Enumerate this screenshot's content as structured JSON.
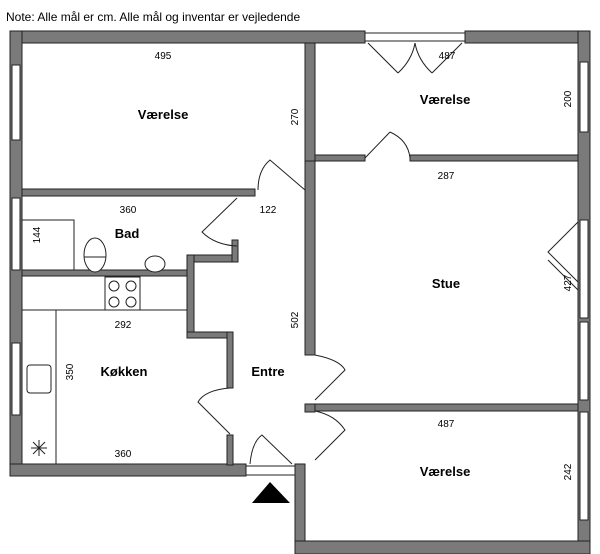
{
  "note": "Note: Alle mål er cm. Alle mål og inventar er vejledende",
  "rooms": {
    "vaerelse_nw": {
      "label": "Værelse",
      "width": "495",
      "depth": "270"
    },
    "vaerelse_ne": {
      "label": "Værelse",
      "width": "487",
      "depth": "200"
    },
    "bad": {
      "label": "Bad",
      "width": "360",
      "depth": "144"
    },
    "hall_dim": "122",
    "stue": {
      "label": "Stue",
      "width": "287",
      "depth": "427"
    },
    "kokken": {
      "label": "Køkken",
      "width_top": "292",
      "width_bottom": "360",
      "depth": "350"
    },
    "entre": {
      "label": "Entre",
      "depth": "502"
    },
    "vaerelse_se": {
      "label": "Værelse",
      "width": "487",
      "depth": "242"
    }
  },
  "colors": {
    "wall": "#7a7a7a",
    "outline": "#222222"
  }
}
